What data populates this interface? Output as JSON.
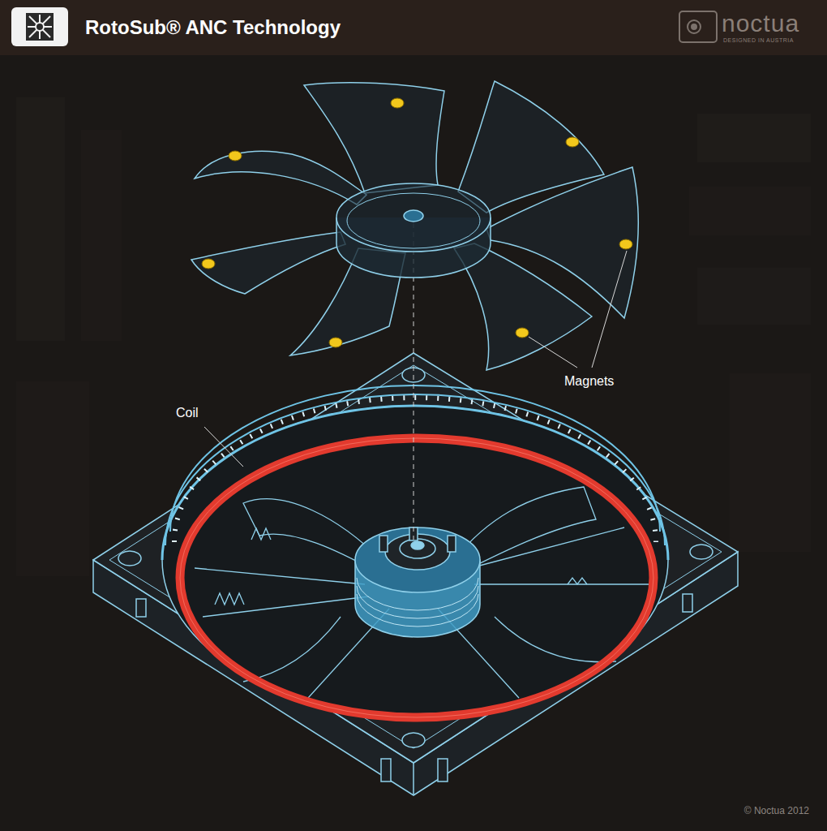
{
  "diagram": {
    "title": "RotoSub® ANC Technology",
    "labels": [
      "noctua",
      "DESIGNED IN AUSTRIA",
      "Magnets",
      "Coil",
      "© Noctua 2012"
    ]
  }
}
